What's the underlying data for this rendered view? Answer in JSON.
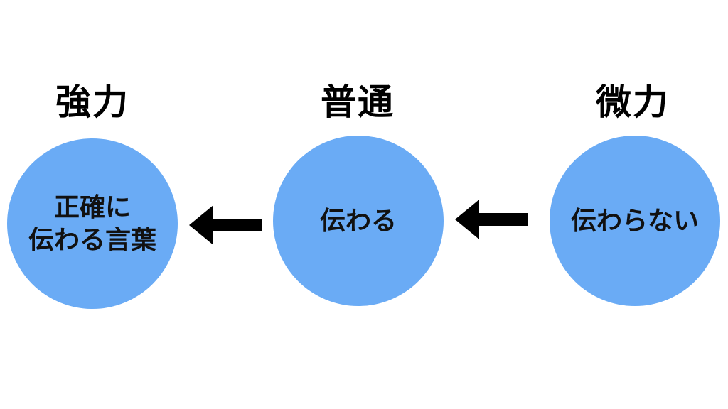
{
  "colors": {
    "circle_fill": "#6aabf5",
    "text": "#000000",
    "arrow": "#000000",
    "background": "#ffffff"
  },
  "nodes": [
    {
      "heading": "強力",
      "label": "正確に\n伝わる言葉"
    },
    {
      "heading": "普通",
      "label": "伝わる"
    },
    {
      "heading": "微力",
      "label": "伝わらない"
    }
  ],
  "arrows": [
    {
      "from": "普通",
      "to": "強力",
      "icon": "arrow-left-icon"
    },
    {
      "from": "微力",
      "to": "普通",
      "icon": "arrow-left-icon"
    }
  ]
}
